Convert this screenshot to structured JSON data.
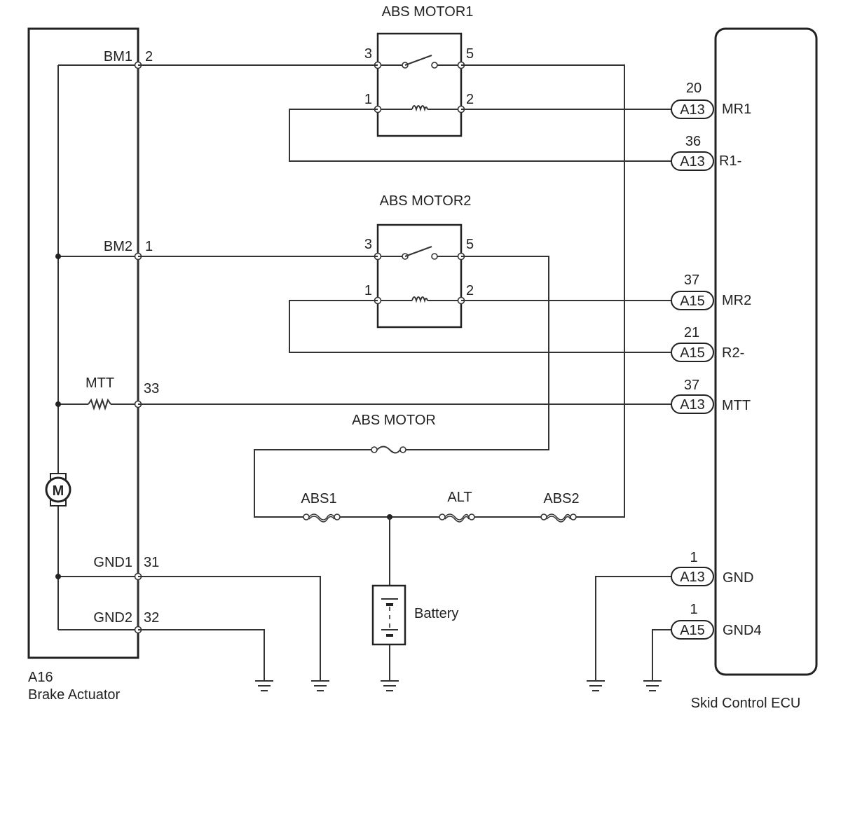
{
  "components": {
    "brake_actuator": {
      "id": "A16",
      "name": "Brake Actuator"
    },
    "ecu": {
      "name": "Skid Control ECU"
    },
    "relay1": {
      "title": "ABS MOTOR1",
      "pin_3": "3",
      "pin_5": "5",
      "pin_1": "1",
      "pin_2": "2"
    },
    "relay2": {
      "title": "ABS MOTOR2",
      "pin_3": "3",
      "pin_5": "5",
      "pin_1": "1",
      "pin_2": "2"
    },
    "motor": {
      "symbol": "M"
    },
    "battery": {
      "label": "Battery"
    }
  },
  "actuator_pins": {
    "bm1": {
      "name": "BM1",
      "pin": "2"
    },
    "bm2": {
      "name": "BM2",
      "pin": "1"
    },
    "mtt": {
      "name": "MTT",
      "pin": "33"
    },
    "gnd1": {
      "name": "GND1",
      "pin": "31"
    },
    "gnd2": {
      "name": "GND2",
      "pin": "32"
    }
  },
  "ecu_pins": {
    "mr1": {
      "connector": "A13",
      "pin": "20",
      "name": "MR1"
    },
    "r1": {
      "connector": "A13",
      "pin": "36",
      "name": "R1-"
    },
    "mr2": {
      "connector": "A15",
      "pin": "37",
      "name": "MR2"
    },
    "r2": {
      "connector": "A15",
      "pin": "21",
      "name": "R2-"
    },
    "mtt": {
      "connector": "A13",
      "pin": "37",
      "name": "MTT"
    },
    "gnd": {
      "connector": "A13",
      "pin": "1",
      "name": "GND"
    },
    "gnd4": {
      "connector": "A15",
      "pin": "1",
      "name": "GND4"
    }
  },
  "fuses": {
    "abs_motor": "ABS MOTOR",
    "abs1": "ABS1",
    "alt": "ALT",
    "abs2": "ABS2"
  },
  "colors": {
    "line": "#333333",
    "background": "#ffffff"
  }
}
